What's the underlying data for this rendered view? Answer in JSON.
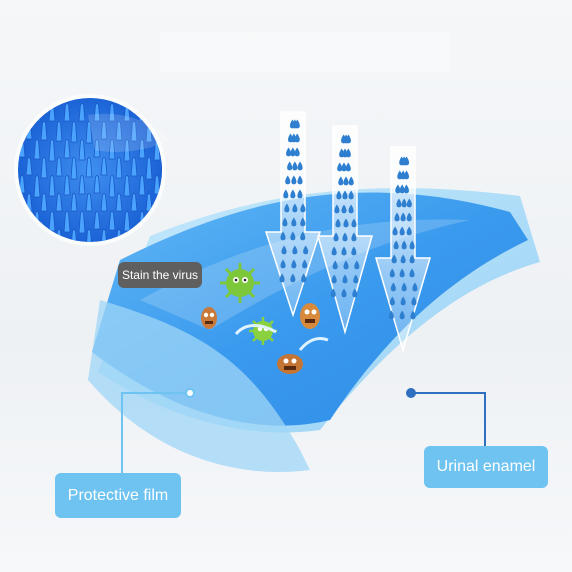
{
  "labels": {
    "virus": "Stain the virus",
    "protective_film": "Protective film",
    "urinal_enamel": "Urinal enamel"
  },
  "colors": {
    "film_blue": "#3d9ef0",
    "label_bg": "#6ec3f0",
    "tag_bg": "#5f5f5f",
    "droplet": "#2f7fd0",
    "virus_green": "#7cc83a",
    "virus_orange": "#c9793a"
  },
  "icons": {
    "magnifier": "bristle-mat-closeup",
    "arrows": "water-droplet-arrow",
    "viruses": "germ-cartoon"
  }
}
